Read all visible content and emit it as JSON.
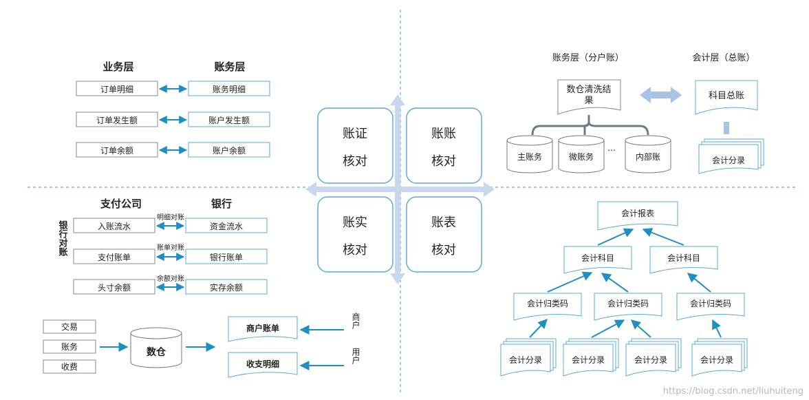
{
  "biz_accounting": {
    "left_header": "业务层",
    "right_header": "账务层",
    "left_items": [
      "订单明细",
      "订单发生额",
      "订单余额"
    ],
    "right_items": [
      "账务明细",
      "账户发生额",
      "账户余额"
    ]
  },
  "bank_recon": {
    "vertical_label": "银行对账",
    "left_header": "支付公司",
    "right_header": "银行",
    "left_items": [
      "入账流水",
      "支付账单",
      "头寸余额"
    ],
    "right_items": [
      "资金流水",
      "银行账单",
      "实存余额"
    ],
    "link_labels": [
      "明细对账",
      "账单对账",
      "余额对账"
    ]
  },
  "warehouse": {
    "sources": [
      "交易",
      "账务",
      "收费"
    ],
    "center": "数仓",
    "outputs": [
      "商户账单",
      "收支明细"
    ],
    "consumers": [
      "商户",
      "用户"
    ]
  },
  "center_quadrants": [
    {
      "line1": "账证",
      "line2": "核对"
    },
    {
      "line1": "账账",
      "line2": "核对"
    },
    {
      "line1": "账实",
      "line2": "核对"
    },
    {
      "line1": "账表",
      "line2": "核对"
    }
  ],
  "ledger": {
    "sub_ledger_title": "账务层（分户账）",
    "general_ledger_title": "会计层（总账）",
    "cleanse_box": [
      "数仓清洗结",
      "果"
    ],
    "cylinders": [
      "主账务",
      "微账务",
      "内部账"
    ],
    "ellipsis": "...",
    "general_account": "科目总账",
    "entries": "会计分录"
  },
  "report_tree": {
    "root": "会计报表",
    "subjects": [
      "会计科目",
      "会计科目"
    ],
    "codes": [
      "会计归类码",
      "会计归类码",
      "会计归类码"
    ],
    "entries": [
      "会计分录",
      "会计分录",
      "会计分录",
      "会计分录"
    ]
  },
  "watermark": "https://blog.csdn.net/liuhuiteng",
  "colors": {
    "arrow_blue": "#1e8fc0",
    "box_border": "#5aaad6",
    "cross_arrow": "#c9d7ee",
    "quad_border": "#5aaad6"
  }
}
